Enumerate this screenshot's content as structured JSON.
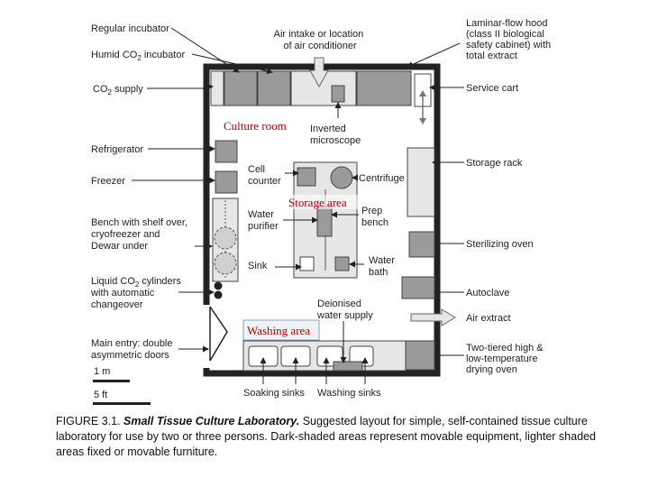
{
  "callouts_left": {
    "regular_incubator": "Regular incubator",
    "humid_co2_incubator": [
      "Humid CO",
      "2",
      " incubator"
    ],
    "co2_supply": [
      "CO",
      "2",
      " supply"
    ],
    "refrigerator": "Refrigerator",
    "freezer": "Freezer",
    "bench": [
      "Bench with shelf over,",
      "cryofreezer and",
      "Dewar under"
    ],
    "liquid_co2": [
      "Liquid CO",
      "2",
      " cylinders",
      "with automatic",
      "changeover"
    ],
    "main_entry": [
      "Main entry: double",
      "asymmetric doors"
    ]
  },
  "callouts_top": {
    "air_intake": [
      "Air intake or location",
      "of air conditioner"
    ],
    "laminar_hood": [
      "Laminar-flow hood",
      "(class II biological",
      "safety cabinet) with",
      "total extract"
    ]
  },
  "callouts_right": {
    "service_cart": "Service cart",
    "storage_rack": "Storage rack",
    "sterilizing_oven": "Sterilizing oven",
    "autoclave": "Autoclave",
    "air_extract": "Air extract",
    "drying_oven": [
      "Two-tiered high &",
      "low-temperature",
      "drying oven"
    ]
  },
  "inner_labels": {
    "inverted_microscope": [
      "Inverted",
      "microscope"
    ],
    "cell_counter": [
      "Cell",
      "counter"
    ],
    "centrifuge": "Centrifuge",
    "water_purifier": [
      "Water",
      "purifier"
    ],
    "prep_bench": [
      "Prep",
      "bench"
    ],
    "sink": "Sink",
    "water_bath": [
      "Water",
      "bath"
    ],
    "deionised_water": [
      "Deionised",
      "water supply"
    ]
  },
  "bottom_labels": {
    "soaking_sinks": "Soaking sinks",
    "washing_sinks": "Washing sinks"
  },
  "area_labels": {
    "culture_room": "Culture room",
    "storage_area": "Storage area",
    "washing_area": "Washing area"
  },
  "scale": {
    "one_m": "1 m",
    "five_ft": "5 ft"
  },
  "caption": {
    "figure_no": "FIGURE 3.1.",
    "title": "Small Tissue Culture Laboratory.",
    "text": "Suggested layout for simple, self-contained tissue culture laboratory for use by two or three persons. Dark-shaded areas represent movable equipment, lighter shaded areas fixed or movable furniture."
  },
  "colors": {
    "dark_equipment": "#9a9a9a",
    "light_furniture": "#e6e6e6",
    "wall": "#222222",
    "area_label": "#b00000"
  }
}
